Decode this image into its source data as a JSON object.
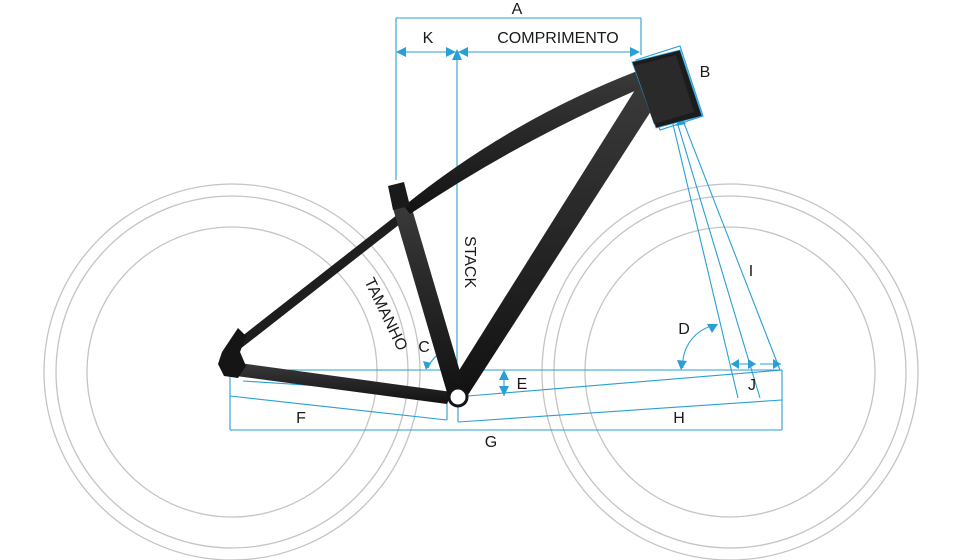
{
  "labels": {
    "a": "A",
    "k": "K",
    "comprimento": "COMPRIMENTO",
    "b": "B",
    "stack": "STACK",
    "tamanho": "TAMANHO",
    "c": "C",
    "d": "D",
    "e": "E",
    "f": "F",
    "g": "G",
    "h": "H",
    "i": "I",
    "j": "J"
  },
  "colors": {
    "dimension": "#2a9fd6",
    "frame": "#1e1e1e",
    "wheel": "#c4c4c4"
  }
}
